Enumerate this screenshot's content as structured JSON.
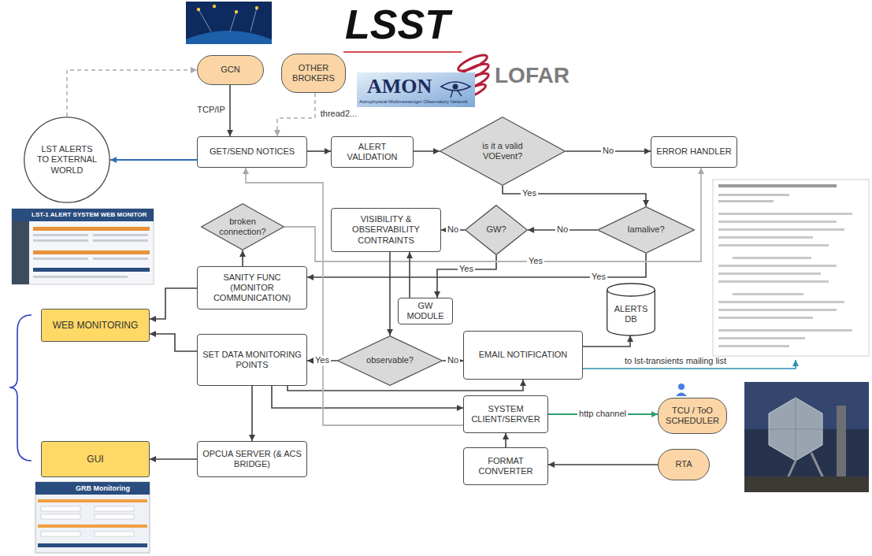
{
  "diagram": {
    "nodes": [
      {
        "text": [
          "GCN"
        ]
      },
      {
        "text": [
          "OTHER BROKERS"
        ]
      },
      {
        "text": [
          "LST ALERTS TO EXTERNAL WORLD"
        ]
      },
      {
        "text": [
          "GET/SEND NOTICES"
        ]
      },
      {
        "text": [
          "ALERT VALIDATION"
        ]
      },
      {
        "text": [
          "is it a valid VOEvent?"
        ]
      },
      {
        "text": [
          "ERROR HANDLER"
        ]
      },
      {
        "text": [
          "VISIBILITY & OBSERVABILITY CONTRAINTS"
        ]
      },
      {
        "text": [
          "GW?"
        ]
      },
      {
        "text": [
          "Iamalive?"
        ]
      },
      {
        "text": [
          "broken connection?"
        ]
      },
      {
        "text": [
          "SANITY FUNC (MONITOR COMMUNICATION)"
        ]
      },
      {
        "text": [
          "WEB MONITORING"
        ]
      },
      {
        "text": [
          "SET DATA MONITORING POINTS"
        ]
      },
      {
        "text": [
          "observable?"
        ]
      },
      {
        "text": [
          "GW MODULE"
        ]
      },
      {
        "text": [
          "ALERTS DB"
        ]
      },
      {
        "text": [
          "EMAIL NOTIFICATION"
        ]
      },
      {
        "text": [
          "GUI"
        ]
      },
      {
        "text": [
          "OPCUA SERVER (& ACS BRIDGE)"
        ]
      },
      {
        "text": [
          "SYSTEM CLIENT/SERVER"
        ]
      },
      {
        "text": [
          "TCU / ToO SCHEDULER"
        ]
      },
      {
        "text": [
          "FORMAT CONVERTER"
        ]
      },
      {
        "text": [
          "RTA"
        ]
      }
    ],
    "edges": [
      {
        "from": 0,
        "to": 3,
        "arrow": "to",
        "label": "TCP/IP"
      },
      {
        "from": 1,
        "to": 3,
        "arrow": "to",
        "label": "thread2..."
      },
      {
        "from": 3,
        "to": 2,
        "arrow": "to"
      },
      {
        "from": 2,
        "to": 0,
        "arrow": "to"
      },
      {
        "from": 3,
        "to": 4,
        "arrow": "to"
      },
      {
        "from": 4,
        "to": 5,
        "arrow": "to"
      },
      {
        "from": 5,
        "to": 6,
        "arrow": "to",
        "label": "No"
      },
      {
        "from": 5,
        "to": 9,
        "arrow": "to",
        "label": "Yes"
      },
      {
        "from": 9,
        "to": 8,
        "arrow": "to",
        "label": "No"
      },
      {
        "from": 8,
        "to": 7,
        "arrow": "to",
        "label": "No"
      },
      {
        "from": 9,
        "to": 11,
        "arrow": "to",
        "label": "Yes"
      },
      {
        "from": 8,
        "to": 15,
        "arrow": "to",
        "label": "Yes"
      },
      {
        "from": 10,
        "to": 6,
        "arrow": "to",
        "label": "Yes"
      },
      {
        "from": 15,
        "to": 7,
        "arrow": "to"
      },
      {
        "from": 7,
        "to": 14,
        "arrow": "to"
      },
      {
        "from": 14,
        "to": 13,
        "arrow": "to",
        "label": "Yes"
      },
      {
        "from": 14,
        "to": 17,
        "arrow": "to",
        "label": "No"
      },
      {
        "from": 17,
        "to": 16,
        "arrow": "to"
      },
      {
        "from": 11,
        "to": 10,
        "arrow": "to"
      },
      {
        "from": 11,
        "to": 12,
        "arrow": "to"
      },
      {
        "from": 13,
        "to": 12,
        "arrow": "to"
      },
      {
        "from": 13,
        "to": 19,
        "arrow": "to"
      },
      {
        "from": 13,
        "to": 17,
        "arrow": "to"
      },
      {
        "from": 13,
        "to": 20,
        "arrow": "to"
      },
      {
        "from": 19,
        "to": 18,
        "arrow": "to"
      },
      {
        "from": 22,
        "to": 20,
        "arrow": "to"
      },
      {
        "from": 23,
        "to": 22,
        "arrow": "to"
      },
      {
        "from": 20,
        "to": 21,
        "arrow": "to",
        "label": "http channel"
      },
      {
        "from": 20,
        "to": 3,
        "arrow": "to"
      }
    ],
    "labels": [
      "LSST",
      "LOFAR",
      "AMON",
      "Astrophysical Multimessenger Observatory Network",
      "LST-1 ALERT SYSTEM WEB MONITOR",
      "GRB Monitoring",
      "to lst-transients mailing list"
    ]
  }
}
